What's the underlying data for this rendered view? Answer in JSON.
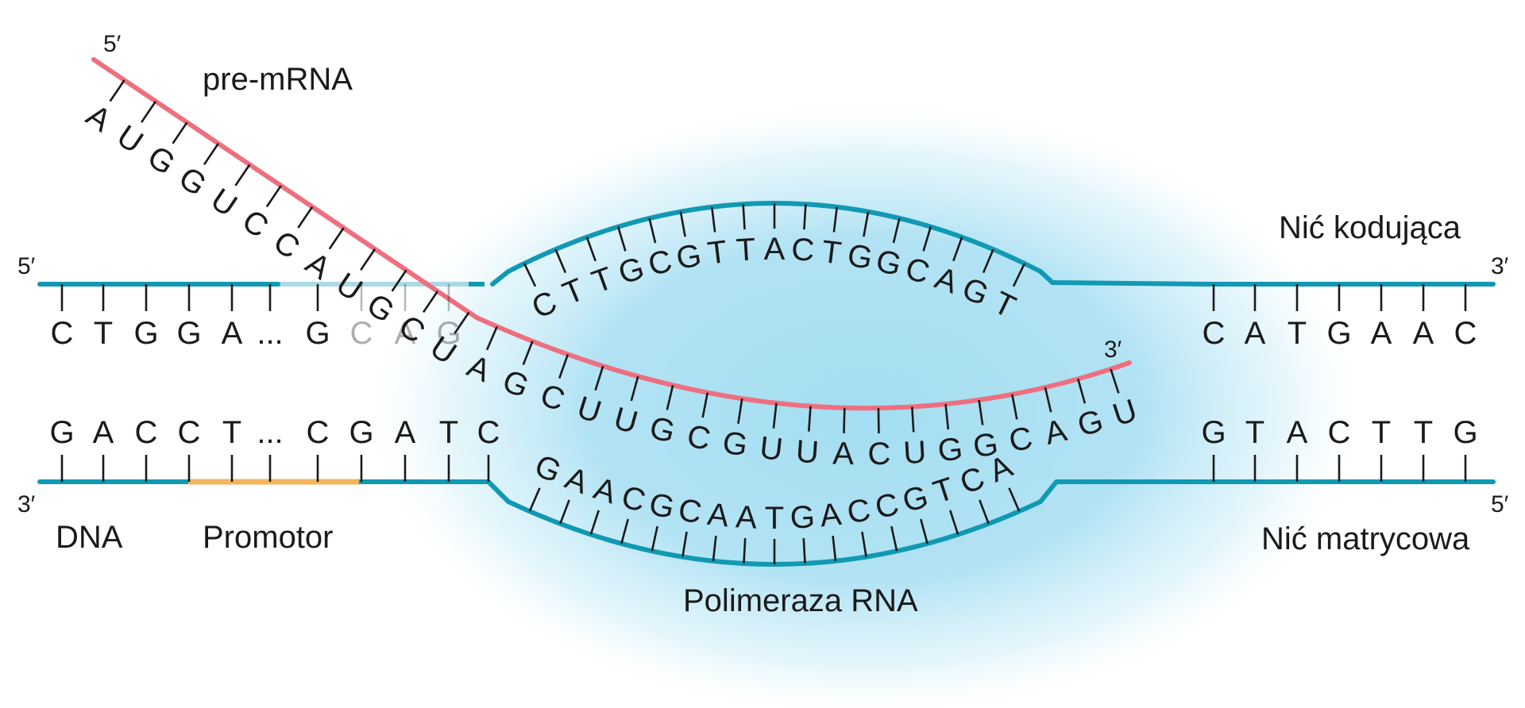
{
  "colors": {
    "dna_strand": "#1199b4",
    "rna_strand": "#ee6f7f",
    "promoter": "#f2b55e",
    "polymerase_glow": "#9fdcf1",
    "tick": "#1a1a1a",
    "text": "#1a1a1a"
  },
  "labels": {
    "pre_mrna": "pre-mRNA",
    "coding_strand": "Nić kodująca",
    "template_strand": "Nić matrycowa",
    "dna": "DNA",
    "promoter": "Promotor",
    "polymerase": "Polimeraza RNA"
  },
  "ends": {
    "rna_5": "5′",
    "rna_3": "3′",
    "coding_5": "5′",
    "coding_3": "3′",
    "template_3": "3′",
    "template_5": "5′"
  },
  "sequences": {
    "coding_left": [
      "C",
      "T",
      "G",
      "G",
      "A",
      "...",
      "G",
      "C",
      "A",
      "G"
    ],
    "template_left": [
      "G",
      "A",
      "C",
      "C",
      "T",
      "...",
      "C",
      "G",
      "A",
      "T",
      "C"
    ],
    "coding_bubble": [
      "C",
      "T",
      "T",
      "G",
      "C",
      "G",
      "T",
      "T",
      "A",
      "C",
      "T",
      "G",
      "G",
      "C",
      "A",
      "G",
      "T"
    ],
    "template_bubble": [
      "G",
      "A",
      "A",
      "C",
      "G",
      "C",
      "A",
      "A",
      "T",
      "G",
      "A",
      "C",
      "C",
      "G",
      "T",
      "C",
      "A"
    ],
    "rna_bubble": [
      "A",
      "G",
      "C",
      "U",
      "U",
      "G",
      "C",
      "G",
      "U",
      "U",
      "A",
      "C",
      "U",
      "G",
      "G",
      "C",
      "A",
      "G",
      "U"
    ],
    "rna_tail": [
      "A",
      "U",
      "G",
      "G",
      "U",
      "C",
      "C",
      "A",
      "U",
      "G",
      "C",
      "U"
    ],
    "coding_right": [
      "C",
      "A",
      "T",
      "G",
      "A",
      "A",
      "C"
    ],
    "template_right": [
      "G",
      "T",
      "A",
      "C",
      "T",
      "T",
      "G"
    ]
  }
}
